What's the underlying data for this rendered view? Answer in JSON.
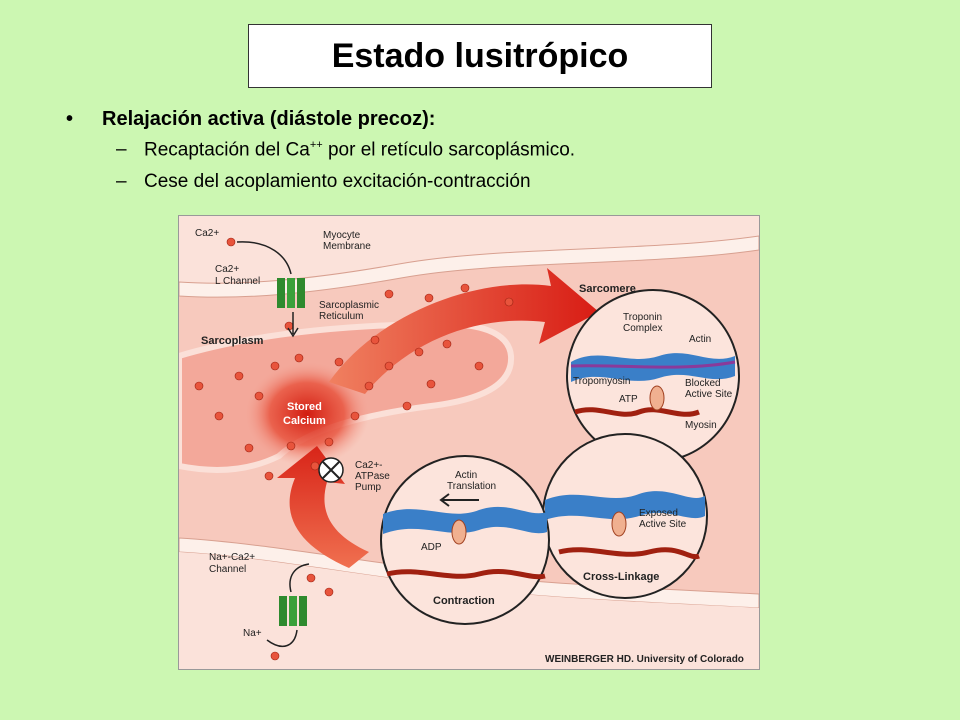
{
  "slide": {
    "title": "Estado lusitrópico",
    "bullet1": "Relajación activa (diástole precoz):",
    "sub1_pre": "Recaptación del Ca",
    "sub1_sup": "++",
    "sub1_post": " por el retículo sarcoplásmico.",
    "sub2": "Cese del acoplamiento excitación-contracción",
    "bullet_glyph": "•",
    "dash_glyph": "–"
  },
  "figure": {
    "ca2_top": "Ca2+",
    "ca2_channel_1": "Ca2+",
    "ca2_channel_2": "L Channel",
    "myocyte_1": "Myocyte",
    "myocyte_2": "Membrane",
    "sr_1": "Sarcoplasmic",
    "sr_2": "Reticulum",
    "sarcoplasm": "Sarcoplasm",
    "stored_1": "Stored",
    "stored_2": "Calcium",
    "pump_1": "Ca2+-",
    "pump_2": "ATPase",
    "pump_3": "Pump",
    "naca_1": "Na+-Ca2+",
    "naca_2": "Channel",
    "na": "Na+",
    "sarcomere": "Sarcomere",
    "troponin_1": "Troponin",
    "troponin_2": "Complex",
    "actin": "Actin",
    "tropomyosin": "Tropomyosin",
    "blocked_1": "Blocked",
    "blocked_2": "Active Site",
    "atp": "ATP",
    "myosin": "Myosin",
    "actin_trans_1": "Actin",
    "actin_trans_2": "Translation",
    "adp": "ADP",
    "contraction": "Contraction",
    "exposed_1": "Exposed",
    "exposed_2": "Active Site",
    "crosslinkage": "Cross-Linkage",
    "credit": "WEINBERGER HD. University of Colorado"
  }
}
